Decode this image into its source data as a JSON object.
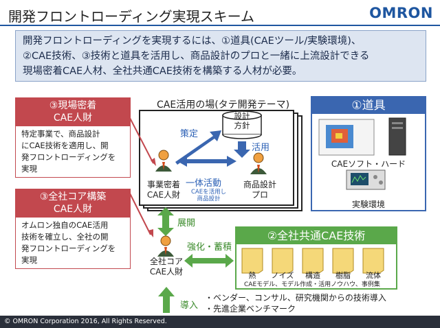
{
  "header": {
    "title": "開発フロントローディング実現スキーム",
    "logo": "OMRON"
  },
  "intro": {
    "lines": [
      "開発フロントローディングを実現するには、①道具(CAEツール/実験環境)、",
      "②CAE技術、③技術と道具を活用し、商品設計のプロと一緒に上流設計できる",
      "現場密着CAE人材、全社共通CAE技術を構築する人材が必要。"
    ]
  },
  "left_top": {
    "head_line1": "③現場密着",
    "head_line2": "CAE人財",
    "body": [
      "特定事業で、商品設計",
      "にCAE技術を適用し、開",
      "発フロントローディングを",
      "実現"
    ]
  },
  "left_bottom": {
    "head_line1": "③全社コア構築",
    "head_line2": "CAE人財",
    "body": [
      "オムロン独自のCAE活用",
      "技術を確立し、全社の開",
      "発フロントローディングを",
      "実現"
    ]
  },
  "center": {
    "heading": "CAE活用の場(タテ開発テーマ)",
    "cylinder_line1": "設計",
    "cylinder_line2": "方針",
    "arrow_strategy": "策定",
    "arrow_use": "活用",
    "collab": "一体活動",
    "collab_sub1": "CAEを活用し",
    "collab_sub2": "商品設計",
    "person_left_line1": "事業密着",
    "person_left_line2": "CAE人財",
    "person_right_line1": "商品設計",
    "person_right_line2": "プロ"
  },
  "tools": {
    "head": "①道具",
    "cap1": "CAEソフト・ハード",
    "cap2": "実験環境"
  },
  "core": {
    "person_line1": "全社コア",
    "person_line2": "CAE人財",
    "arrow_deploy": "展開",
    "arrow_strengthen": "強化・蓄積",
    "arrow_introduce": "導入",
    "intro_bullets": [
      "・ベンダー、コンサル、研究機関からの技術導入",
      "・先進企業ベンチマーク"
    ]
  },
  "tech": {
    "head": "②全社共通CAE技術",
    "docs": [
      "熱",
      "ノイズ",
      "構造",
      "樹脂",
      "流体"
    ],
    "caption": "CAEモデル、モデル作成・活用ノウハウ、事例集"
  },
  "footer": {
    "text": "© OMRON Corporation 2016, All Rights Reserved."
  },
  "colors": {
    "brand": "#1e56a0",
    "red": "#c2484e",
    "blue": "#3a66b0",
    "green": "#5aa84a"
  }
}
